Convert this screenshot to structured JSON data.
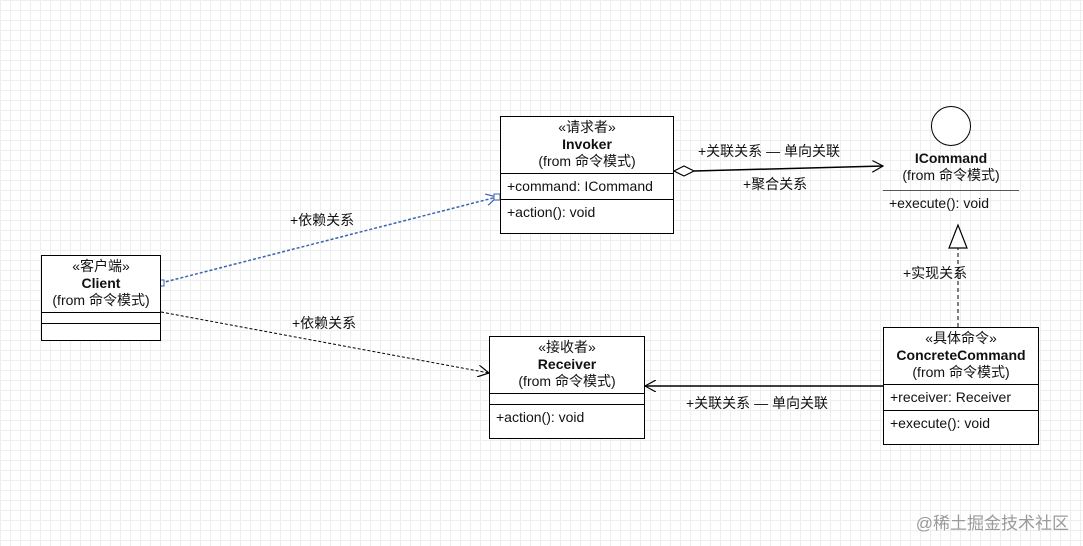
{
  "classes": {
    "client": {
      "stereotype": "«客户端»",
      "name": "Client",
      "from": "(from 命令模式)"
    },
    "invoker": {
      "stereotype": "«请求者»",
      "name": "Invoker",
      "from": "(from 命令模式)",
      "attribute": "+command: ICommand",
      "operation": "+action(): void"
    },
    "receiver": {
      "stereotype": "«接收者»",
      "name": "Receiver",
      "from": "(from 命令模式)",
      "operation": "+action(): void"
    },
    "concrete_command": {
      "stereotype": "«具体命令»",
      "name": "ConcreteCommand",
      "from": "(from 命令模式)",
      "attribute": "+receiver: Receiver",
      "operation": "+execute(): void"
    }
  },
  "interface": {
    "name": "ICommand",
    "from": "(from 命令模式)",
    "operation": "+execute(): void"
  },
  "relations": {
    "client_invoker": "+依赖关系",
    "client_receiver": "+依赖关系",
    "invoker_icommand_assoc": "+关联关系 — 单向关联",
    "invoker_icommand_agg": "+聚合关系",
    "concrete_icommand": "+实现关系",
    "concrete_receiver": "+关联关系 — 单向关联"
  },
  "colors": {
    "selected_line": "#3a63b0"
  },
  "watermark": "@稀土掘金技术社区"
}
